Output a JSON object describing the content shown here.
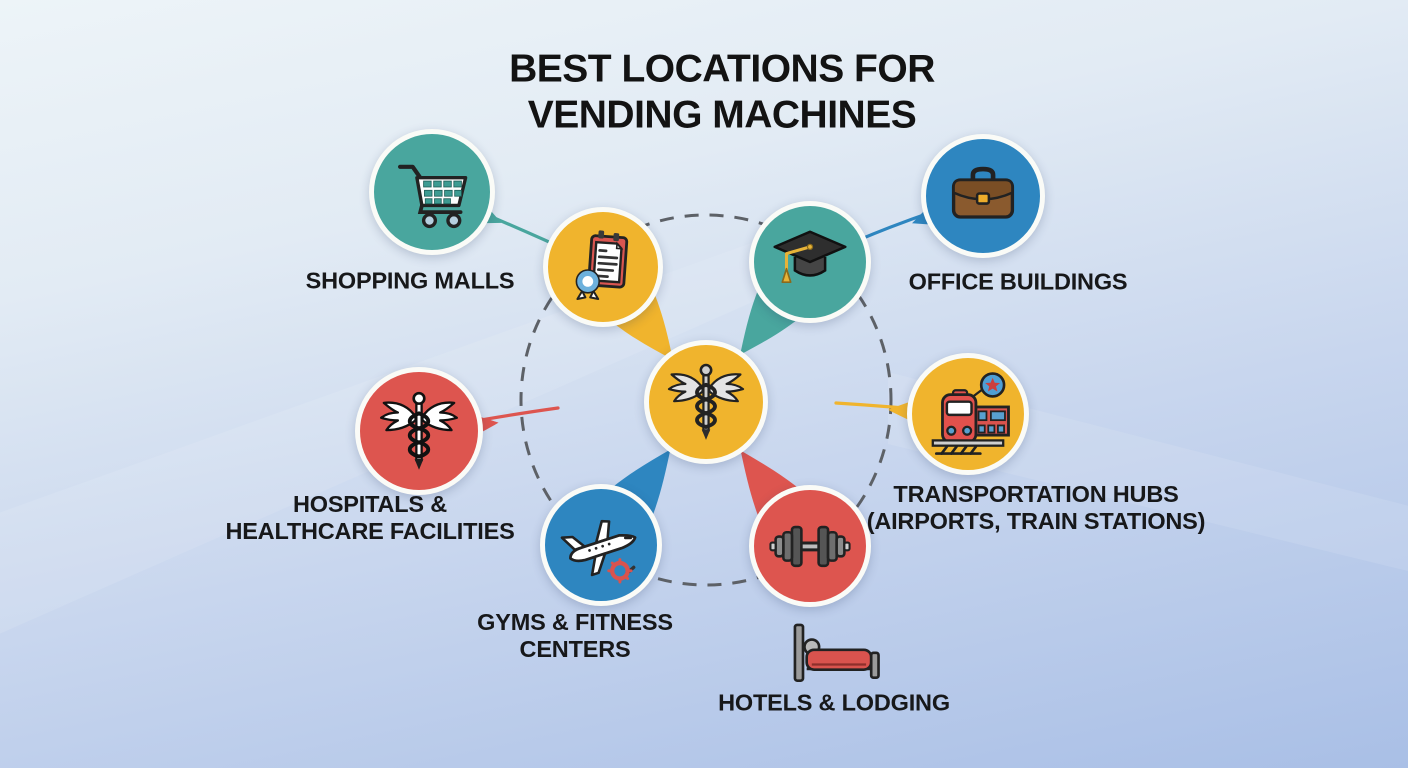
{
  "title": {
    "text": "BEST LOCATIONS FOR\nVENDING MACHINES"
  },
  "colors": {
    "teal": "#49a69e",
    "yellow": "#f0b42d",
    "blue": "#2e86c0",
    "red": "#dd554f",
    "background_top": "#edf4f8",
    "background_bottom": "#a9bfe6",
    "ring_dash": "#5d6167",
    "text": "#17181a"
  },
  "hub": {
    "icon": "caduceus-icon",
    "color": "#f0b42d"
  },
  "nodes": [
    {
      "id": "shopping-malls",
      "label": "SHOPPING MALLS",
      "icon": "shopping-cart-icon",
      "color": "#49a69e"
    },
    {
      "id": "inspection",
      "label": "",
      "icon": "clipboard-magnifier-icon",
      "color": "#f0b42d"
    },
    {
      "id": "education",
      "label": "",
      "icon": "graduation-cap-icon",
      "color": "#49a69e"
    },
    {
      "id": "office-buildings",
      "label": "OFFICE BUILDINGS",
      "icon": "briefcase-icon",
      "color": "#2e86c0"
    },
    {
      "id": "hospitals",
      "label": "HOSPITALS &\nHEALTHCARE FACILITIES",
      "icon": "medical-caduceus-icon",
      "color": "#dd554f"
    },
    {
      "id": "transportation-hubs",
      "label": "TRANSPORTATION HUBS\n(AIRPORTS, TRAIN STATIONS)",
      "icon": "train-station-icon",
      "color": "#f0b42d"
    },
    {
      "id": "gyms-fitness",
      "label": "GYMS & FITNESS\nCENTERS",
      "icon": "airplane-icon",
      "color": "#2e86c0"
    },
    {
      "id": "hotels-lodging",
      "label": "HOTELS & LODGING",
      "icon": "dumbbell-icon",
      "color": "#dd554f",
      "secondary_icon": "bed-icon"
    }
  ]
}
